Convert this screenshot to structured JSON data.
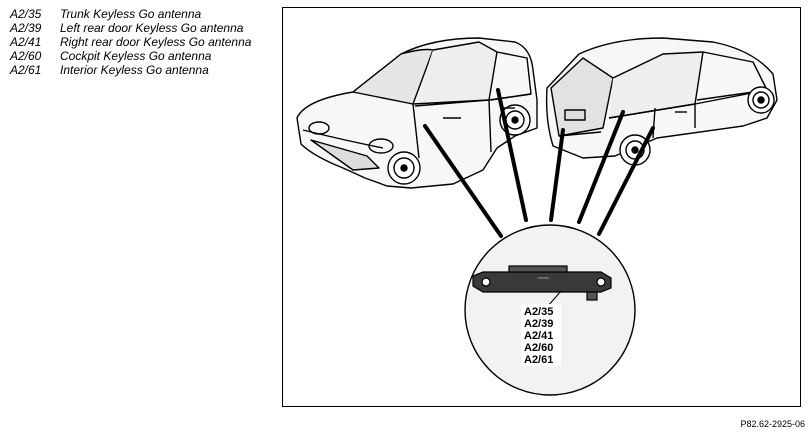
{
  "legend": [
    {
      "code": "A2/35",
      "text": "Trunk Keyless Go antenna"
    },
    {
      "code": "A2/39",
      "text": "Left rear door Keyless Go antenna"
    },
    {
      "code": "A2/41",
      "text": "Right rear door Keyless Go antenna"
    },
    {
      "code": "A2/60",
      "text": "Cockpit Keyless Go antenna"
    },
    {
      "code": "A2/61",
      "text": "Interior Keyless Go antenna"
    }
  ],
  "callout": {
    "labels": [
      "A2/35",
      "A2/39",
      "A2/41",
      "A2/60",
      "A2/61"
    ]
  },
  "figure_ref": "P82.62-2925-06"
}
